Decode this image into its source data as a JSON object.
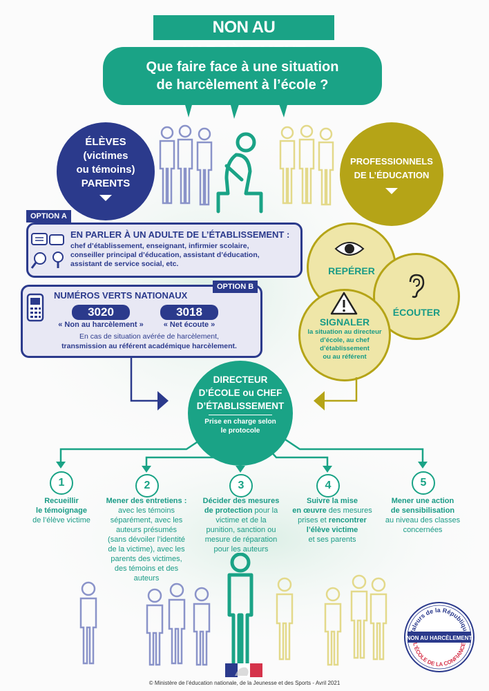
{
  "title": "NON AU HARCÈLEMENT",
  "question": [
    "Que faire face à une situation",
    "de harcèlement à l’école ?"
  ],
  "eleves": {
    "lines": [
      "ÉLÈVES",
      "(victimes",
      "ou témoins)",
      "PARENTS"
    ]
  },
  "professionnels": {
    "lines": [
      "PROFESSIONNELS",
      "DE L’ÉDUCATION"
    ]
  },
  "option_a": {
    "tag": "OPTION A",
    "heading": "EN PARLER À UN ADULTE DE L’ÉTABLISSEMENT :",
    "lines": [
      "chef d’établissement, enseignant, infirmier scolaire,",
      "conseiller principal d’éducation, assistant d’éducation,",
      "assistant de service social, etc."
    ]
  },
  "option_b": {
    "tag": "OPTION B",
    "heading": "NUMÉROS VERTS NATIONAUX",
    "num1": "3020",
    "num1_label": "« Non au harcèlement »",
    "num2": "3018",
    "num2_label": "« Net écoute »",
    "line1": "En cas de situation avérée de harcèlement,",
    "line2": "transmission au référent académique harcèlement."
  },
  "reperer": "REPÉRER",
  "ecouter": "ÉCOUTER",
  "signaler": {
    "heading": "SIGNALER",
    "lines": [
      "la situation au directeur",
      "d’école, au chef",
      "d’établissement",
      "ou au référent"
    ]
  },
  "directeur": {
    "lines": [
      "DIRECTEUR",
      "D’ÉCOLE ou CHEF",
      "D’ÉTABLISSEMENT"
    ],
    "sub": [
      "Prise en charge selon",
      "le protocole"
    ]
  },
  "steps": [
    {
      "num": "1",
      "lines": [
        [
          "b",
          "Recueillir"
        ],
        [
          "b",
          "le témoignage"
        ],
        [
          "",
          "de l’élève victime"
        ]
      ]
    },
    {
      "num": "2",
      "lines": [
        [
          "b",
          "Mener des entretiens :"
        ],
        [
          "",
          "avec les témoins"
        ],
        [
          "",
          "séparément, avec les"
        ],
        [
          "",
          "auteurs présumés"
        ],
        [
          "",
          "(sans dévoiler l’identité"
        ],
        [
          "",
          "de la victime), avec les"
        ],
        [
          "",
          "parents des victimes,"
        ],
        [
          "",
          "des témoins et des"
        ],
        [
          "",
          "auteurs"
        ]
      ]
    },
    {
      "num": "3",
      "lines": [
        [
          "b",
          "Décider des mesures"
        ],
        [
          "mix",
          "de protection|pour la"
        ],
        [
          "",
          "victime et de la"
        ],
        [
          "",
          "punition, sanction ou"
        ],
        [
          "",
          "mesure de réparation"
        ],
        [
          "",
          "pour les auteurs"
        ]
      ]
    },
    {
      "num": "4",
      "lines": [
        [
          "b",
          "Suivre la mise"
        ],
        [
          "mix",
          "en œuvre|des mesures"
        ],
        [
          "mix2",
          "prises et |rencontrer"
        ],
        [
          "b",
          "l’élève victime"
        ],
        [
          "",
          "et ses parents"
        ]
      ]
    },
    {
      "num": "5",
      "lines": [
        [
          "b",
          "Mener une action"
        ],
        [
          "b",
          "de sensibilisation"
        ],
        [
          "",
          "au niveau des classes"
        ],
        [
          "",
          "concernées"
        ]
      ]
    }
  ],
  "seal": {
    "top": "Valeurs de la République",
    "band": "NON AU HARCÈLEMENT",
    "bottom": "L’ÉCOLE DE LA CONFIANCE"
  },
  "footer": "© Ministère de l’éducation nationale, de la Jeunesse et des Sports - Avril 2021",
  "colors": {
    "teal": "#1aa386",
    "navy": "#2b3a8c",
    "olive": "#b5a417",
    "cream": "#efe6a8",
    "lavender": "#e8e8f4"
  }
}
